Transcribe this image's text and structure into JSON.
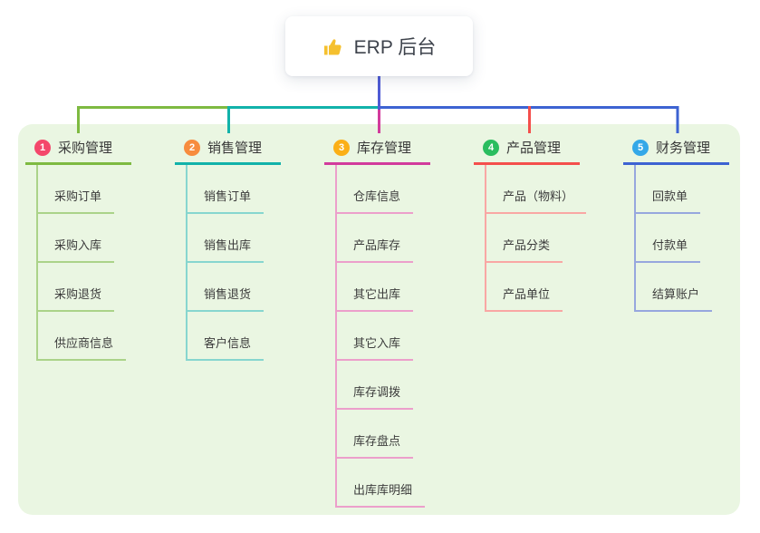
{
  "page": {
    "canvas_background": "#eaf6e2"
  },
  "root": {
    "label": "ERP 后台",
    "icon": "thumbs-up-icon",
    "icon_color": "#f5c02e",
    "line_color": "#4f5bd5"
  },
  "branches": [
    {
      "number": "1",
      "label": "采购管理",
      "badge_color": "#f4476b",
      "line_color": "#7eba41",
      "child_line_color": "#abd389",
      "children": [
        "采购订单",
        "采购入库",
        "采购退货",
        "供应商信息"
      ]
    },
    {
      "number": "2",
      "label": "销售管理",
      "badge_color": "#f78c3e",
      "line_color": "#12b2aa",
      "child_line_color": "#87d6cf",
      "children": [
        "销售订单",
        "销售出库",
        "销售退货",
        "客户信息"
      ]
    },
    {
      "number": "3",
      "label": "库存管理",
      "badge_color": "#fbaf16",
      "line_color": "#d23b9c",
      "child_line_color": "#ec9fcb",
      "children": [
        "仓库信息",
        "产品库存",
        "其它出库",
        "其它入库",
        "库存调拨",
        "库存盘点",
        "出库库明细"
      ]
    },
    {
      "number": "4",
      "label": "产品管理",
      "badge_color": "#2abd5f",
      "line_color": "#f44f4c",
      "child_line_color": "#f9a7a4",
      "children": [
        "产品（物料）",
        "产品分类",
        "产品单位"
      ]
    },
    {
      "number": "5",
      "label": "财务管理",
      "badge_color": "#34a8e8",
      "line_color": "#3d63d2",
      "child_line_color": "#97a7de",
      "children": [
        "回款单",
        "付款单",
        "结算账户"
      ]
    }
  ]
}
